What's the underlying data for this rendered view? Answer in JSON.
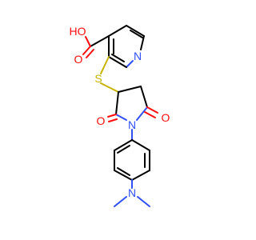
{
  "molecule": {
    "atoms": {
      "carboxyl_oh": "HO",
      "carboxyl_o": "O",
      "pyridine_n": "N",
      "thioether_s": "S",
      "imide_o_left": "O",
      "imide_n": "N",
      "imide_o_right": "O",
      "amine_n": "N"
    },
    "colors": {
      "carbon": "#000000",
      "oxygen": "#ff0d0d",
      "nitrogen": "#3050f8",
      "sulfur": "#c8b400"
    }
  }
}
